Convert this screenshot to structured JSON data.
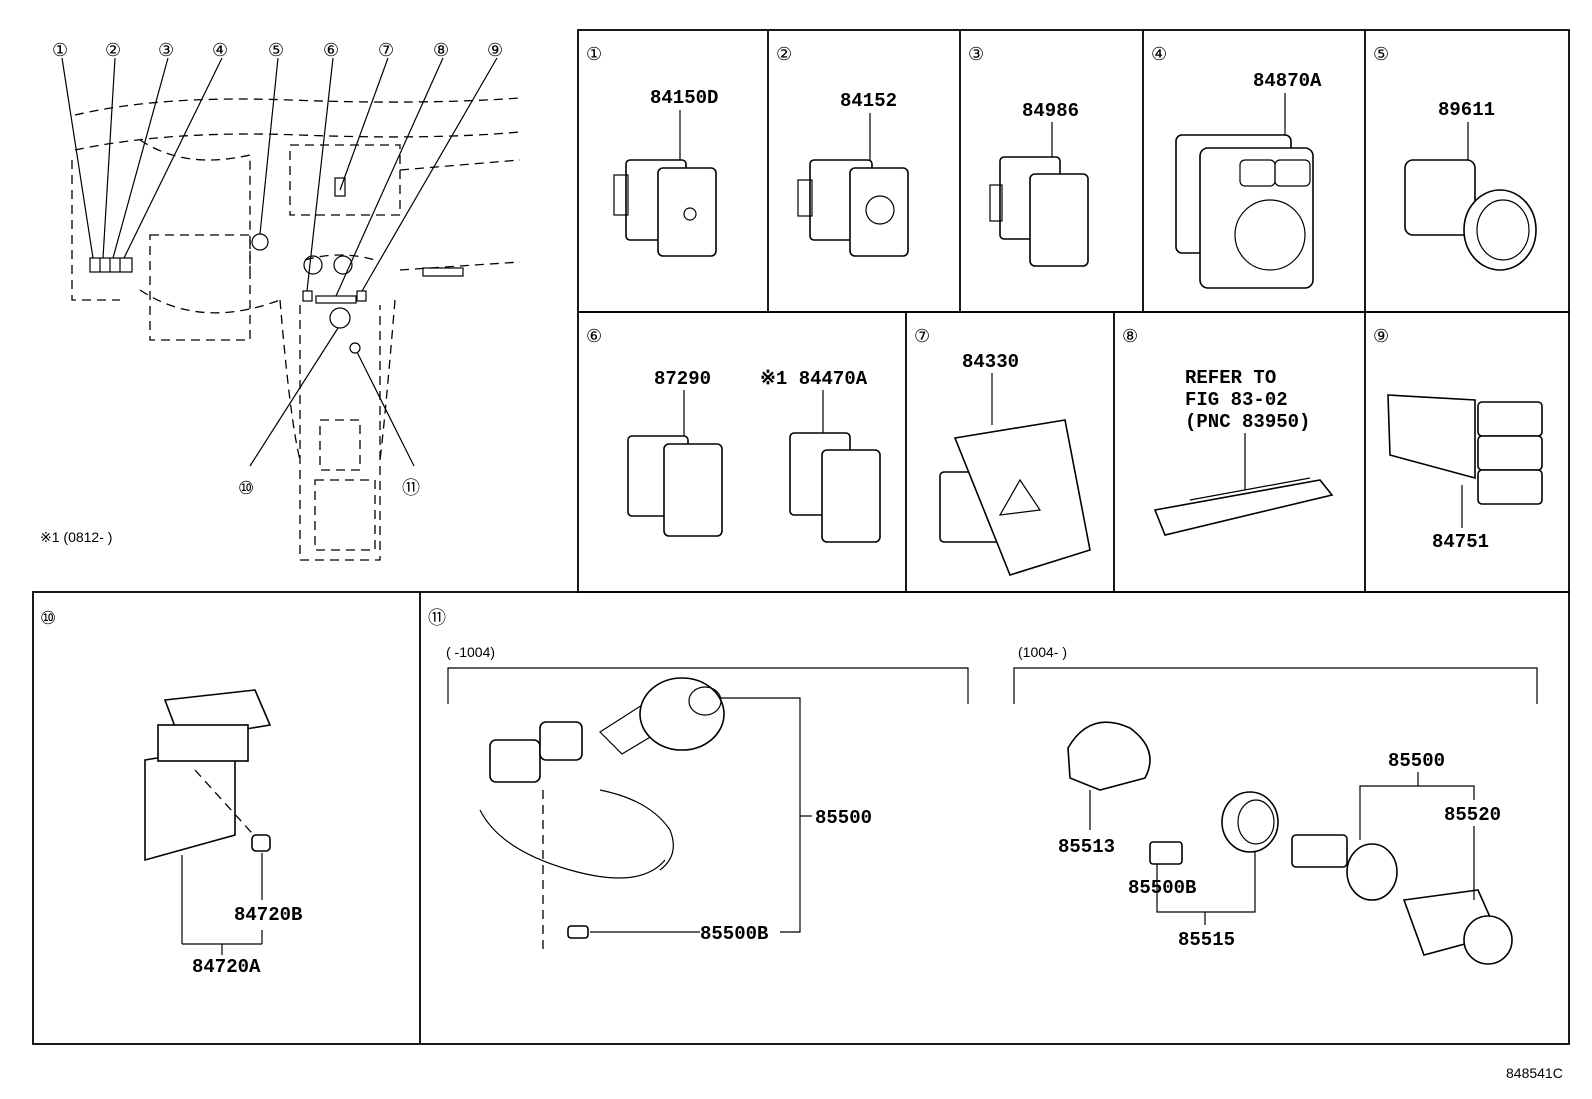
{
  "overview": {
    "callouts": [
      "①",
      "②",
      "③",
      "④",
      "⑤",
      "⑥",
      "⑦",
      "⑧",
      "⑨",
      "⑩",
      "⑪"
    ],
    "note": "※1 (0812-    )"
  },
  "panels": {
    "p1": {
      "num": "①",
      "part": "84150D"
    },
    "p2": {
      "num": "②",
      "part": "84152"
    },
    "p3": {
      "num": "③",
      "part": "84986"
    },
    "p4": {
      "num": "④",
      "part": "84870A"
    },
    "p5": {
      "num": "⑤",
      "part": "89611"
    },
    "p6": {
      "num": "⑥",
      "part_a": "87290",
      "part_b": "※1 84470A"
    },
    "p7": {
      "num": "⑦",
      "part": "84330"
    },
    "p8": {
      "num": "⑧",
      "ref1": "REFER TO",
      "ref2": "FIG 83-02",
      "ref3": "(PNC 83950)"
    },
    "p9": {
      "num": "⑨",
      "part": "84751"
    },
    "p10": {
      "num": "⑩",
      "part_a": "84720B",
      "part_b": "84720A"
    },
    "p11": {
      "num": "⑪",
      "range_left": "(      -1004)",
      "range_right": "(1004-      )",
      "left_parts": [
        "85500",
        "85500B"
      ],
      "right_parts": [
        "85500",
        "85520",
        "85513",
        "85500B",
        "85515"
      ]
    }
  },
  "figure_id": "848541C"
}
